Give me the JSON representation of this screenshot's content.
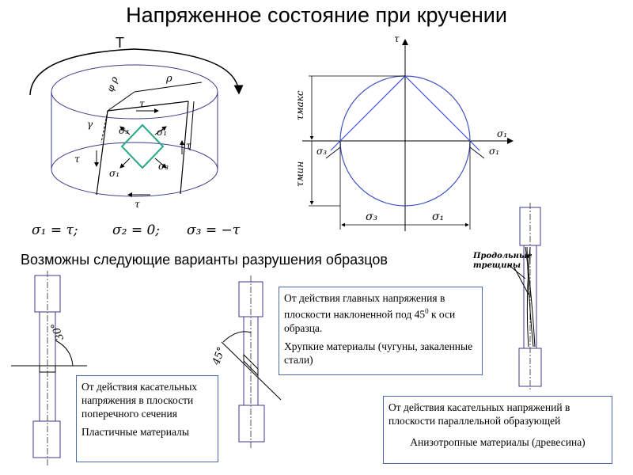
{
  "title": "Напряженное состояние при кручении",
  "subtitle": "Возможны следующие варианты разрушения образцов",
  "formulas": {
    "f1": "σ₁ = τ;",
    "f2": "σ₂ = 0;",
    "f3": "σ₃ = −τ"
  },
  "cylinder_labels": {
    "T": "T",
    "rho": "ρ",
    "phi_rho": "φ ρ",
    "gamma": "γ",
    "tau_top": "τ",
    "tau_left": "τ",
    "tau_right": "τ",
    "tau_bottom": "τ",
    "s3_top": "σ₃",
    "s1_top": "σ₁",
    "s1_bottom": "σ₁",
    "s3_bottom": "σ₃"
  },
  "mohr_labels": {
    "tau_axis": "τ",
    "sigma_axis": "σ₁",
    "tau_max": "τмакс",
    "tau_min": "τмин",
    "s3_point": "σ₃",
    "s1_point": "σ₁",
    "s3_dim": "σ₃",
    "s1_dim": "σ₁"
  },
  "specimen_labels": {
    "angle_30": "30°",
    "angle_45": "45°",
    "cracks": "Продольные трещины"
  },
  "boxes": {
    "shear_cross": {
      "line1": "От действия касательных напряжения в плоскости поперечного сечения",
      "line2": "Пластичные материалы"
    },
    "principal": {
      "line1_main": "От действия главных напряжения в плоскости наклоненной под 45",
      "line1_sup": "0",
      "line1_tail": " к оси образца.",
      "line2": "Хрупкие материалы (чугуны, закаленные стали)"
    },
    "shear_parallel": {
      "line1": "От действия касательных напряжений в плоскости параллельной образующей",
      "line2": "Анизотропные материалы (древесина)"
    }
  },
  "colors": {
    "diagram_line": "#3a3a8c",
    "circle": "#3f4fc4",
    "box_border": "#4a6aa8",
    "diamond": "#2aa88a"
  }
}
